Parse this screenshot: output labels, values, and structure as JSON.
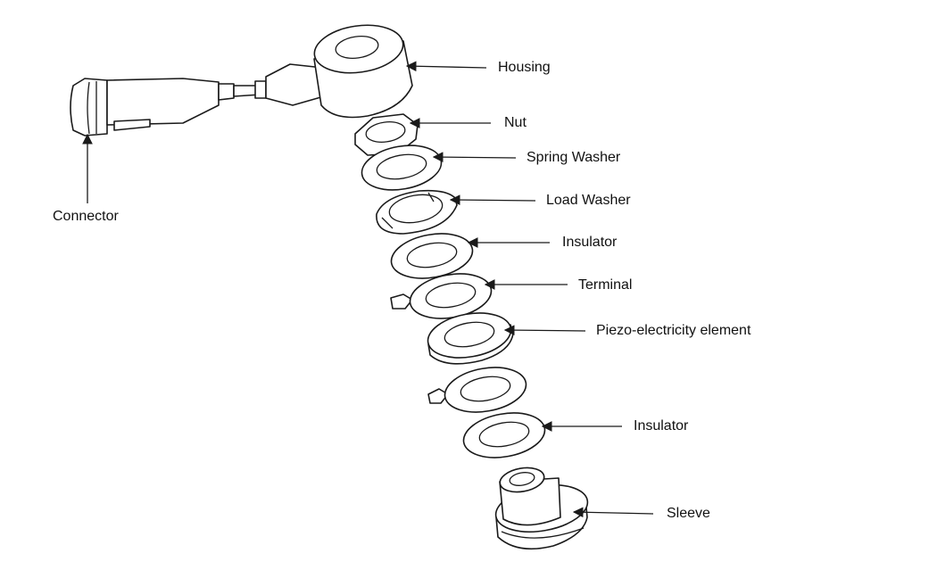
{
  "labels": {
    "housing": "Housing",
    "nut": "Nut",
    "spring_washer": "Spring Washer",
    "load_washer": "Load Washer",
    "insulator_top": "Insulator",
    "terminal": "Terminal",
    "piezo": "Piezo-electricity element",
    "insulator_bottom": "Insulator",
    "sleeve": "Sleeve",
    "connector": "Connector"
  },
  "colors": {
    "line": "#1a1a1a",
    "background": "#ffffff",
    "text": "#111111"
  }
}
